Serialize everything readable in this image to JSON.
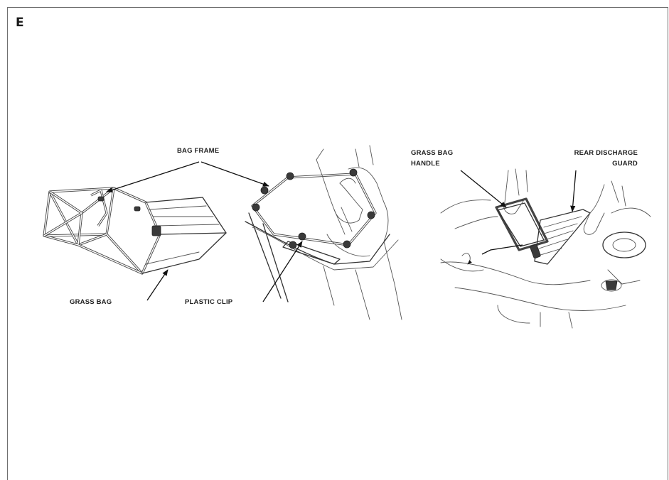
{
  "section": {
    "letter": "E"
  },
  "labels": {
    "bag_frame": "BAG FRAME",
    "grass_bag": "GRASS BAG",
    "plastic_clip": "PLASTIC CLIP",
    "grass_bag_handle_line1": "GRASS BAG",
    "grass_bag_handle_line2": "HANDLE",
    "rear_discharge_guard_line1": "REAR DISCHARGE",
    "rear_discharge_guard_line2": "GUARD"
  }
}
